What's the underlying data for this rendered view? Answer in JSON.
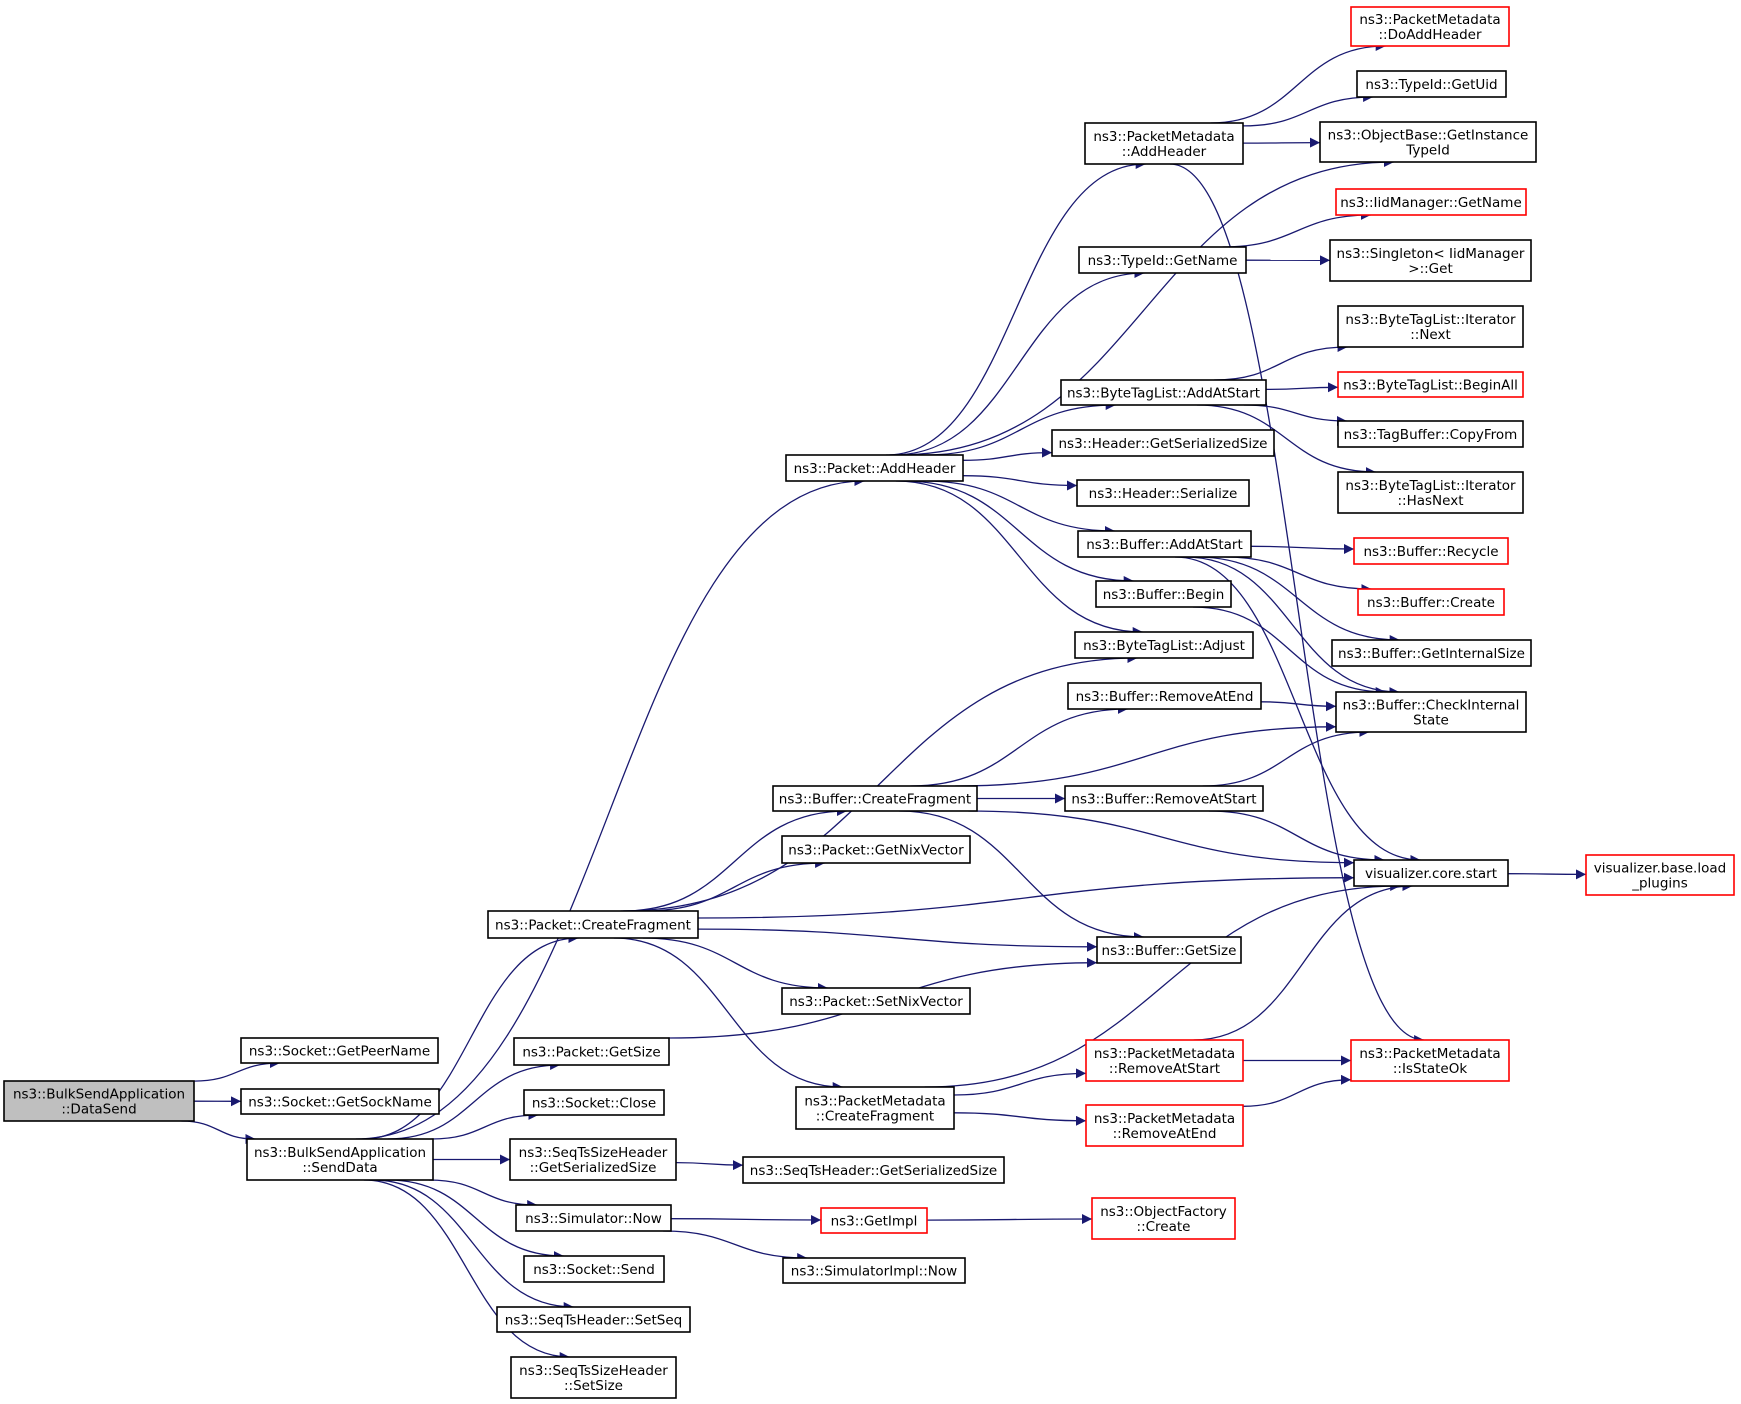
{
  "colors": {
    "edge": "#191970",
    "node_border": "#000000",
    "node_border_external": "#ff0000",
    "root_fill": "#bfbfbf",
    "node_fill": "#ffffff"
  },
  "nodes": [
    {
      "id": "n_datasend",
      "lines": [
        "ns3::BulkSendApplication",
        "::DataSend"
      ],
      "kind": "root"
    },
    {
      "id": "n_getpeername",
      "lines": [
        "ns3::Socket::GetPeerName"
      ],
      "kind": "normal"
    },
    {
      "id": "n_getsockname",
      "lines": [
        "ns3::Socket::GetSockName"
      ],
      "kind": "normal"
    },
    {
      "id": "n_senddata",
      "lines": [
        "ns3::BulkSendApplication",
        "::SendData"
      ],
      "kind": "normal"
    },
    {
      "id": "n_pkt_addheader",
      "lines": [
        "ns3::Packet::AddHeader"
      ],
      "kind": "normal"
    },
    {
      "id": "n_pkt_createfragment",
      "lines": [
        "ns3::Packet::CreateFragment"
      ],
      "kind": "normal"
    },
    {
      "id": "n_pkt_getsize",
      "lines": [
        "ns3::Packet::GetSize"
      ],
      "kind": "normal"
    },
    {
      "id": "n_sock_close",
      "lines": [
        "ns3::Socket::Close"
      ],
      "kind": "normal"
    },
    {
      "id": "n_seqtssize_getser",
      "lines": [
        "ns3::SeqTsSizeHeader",
        "::GetSerializedSize"
      ],
      "kind": "normal"
    },
    {
      "id": "n_sim_now",
      "lines": [
        "ns3::Simulator::Now"
      ],
      "kind": "normal"
    },
    {
      "id": "n_sock_send",
      "lines": [
        "ns3::Socket::Send"
      ],
      "kind": "normal"
    },
    {
      "id": "n_seqts_setseq",
      "lines": [
        "ns3::SeqTsHeader::SetSeq"
      ],
      "kind": "normal"
    },
    {
      "id": "n_seqtssize_setsize",
      "lines": [
        "ns3::SeqTsSizeHeader",
        "::SetSize"
      ],
      "kind": "normal"
    },
    {
      "id": "n_pm_addheader",
      "lines": [
        "ns3::PacketMetadata",
        "::AddHeader"
      ],
      "kind": "normal"
    },
    {
      "id": "n_typeid_getname",
      "lines": [
        "ns3::TypeId::GetName"
      ],
      "kind": "normal"
    },
    {
      "id": "n_btl_addatstart",
      "lines": [
        "ns3::ByteTagList::AddAtStart"
      ],
      "kind": "normal"
    },
    {
      "id": "n_hdr_getser",
      "lines": [
        "ns3::Header::GetSerializedSize"
      ],
      "kind": "normal"
    },
    {
      "id": "n_hdr_serialize",
      "lines": [
        "ns3::Header::Serialize"
      ],
      "kind": "normal"
    },
    {
      "id": "n_buf_addatstart",
      "lines": [
        "ns3::Buffer::AddAtStart"
      ],
      "kind": "normal"
    },
    {
      "id": "n_buf_begin",
      "lines": [
        "ns3::Buffer::Begin"
      ],
      "kind": "normal"
    },
    {
      "id": "n_btl_adjust",
      "lines": [
        "ns3::ByteTagList::Adjust"
      ],
      "kind": "normal"
    },
    {
      "id": "n_buf_removeatend",
      "lines": [
        "ns3::Buffer::RemoveAtEnd"
      ],
      "kind": "normal"
    },
    {
      "id": "n_buf_createfragment",
      "lines": [
        "ns3::Buffer::CreateFragment"
      ],
      "kind": "normal"
    },
    {
      "id": "n_buf_removeatstart",
      "lines": [
        "ns3::Buffer::RemoveAtStart"
      ],
      "kind": "normal"
    },
    {
      "id": "n_pkt_getnixvector",
      "lines": [
        "ns3::Packet::GetNixVector"
      ],
      "kind": "normal"
    },
    {
      "id": "n_buf_getsize",
      "lines": [
        "ns3::Buffer::GetSize"
      ],
      "kind": "normal"
    },
    {
      "id": "n_pkt_setnixvector",
      "lines": [
        "ns3::Packet::SetNixVector"
      ],
      "kind": "normal"
    },
    {
      "id": "n_pm_createfragment",
      "lines": [
        "ns3::PacketMetadata",
        "::CreateFragment"
      ],
      "kind": "normal"
    },
    {
      "id": "n_pm_removeatstart",
      "lines": [
        "ns3::PacketMetadata",
        "::RemoveAtStart"
      ],
      "kind": "external"
    },
    {
      "id": "n_pm_removeatend",
      "lines": [
        "ns3::PacketMetadata",
        "::RemoveAtEnd"
      ],
      "kind": "external"
    },
    {
      "id": "n_seqts_getser",
      "lines": [
        "ns3::SeqTsHeader::GetSerializedSize"
      ],
      "kind": "normal"
    },
    {
      "id": "n_getimpl",
      "lines": [
        "ns3::GetImpl"
      ],
      "kind": "external"
    },
    {
      "id": "n_simimpl_now",
      "lines": [
        "ns3::SimulatorImpl::Now"
      ],
      "kind": "normal"
    },
    {
      "id": "n_objfactory_create",
      "lines": [
        "ns3::ObjectFactory",
        "::Create"
      ],
      "kind": "external"
    },
    {
      "id": "n_pm_doaddheader",
      "lines": [
        "ns3::PacketMetadata",
        "::DoAddHeader"
      ],
      "kind": "external"
    },
    {
      "id": "n_typeid_getuid",
      "lines": [
        "ns3::TypeId::GetUid"
      ],
      "kind": "normal"
    },
    {
      "id": "n_objbase_getinstancetypeid",
      "lines": [
        "ns3::ObjectBase::GetInstance",
        "TypeId"
      ],
      "kind": "normal"
    },
    {
      "id": "n_iidmanager_getname",
      "lines": [
        "ns3::IidManager::GetName"
      ],
      "kind": "external"
    },
    {
      "id": "n_singleton_get",
      "lines": [
        "ns3::Singleton< IidManager",
        " >::Get"
      ],
      "kind": "normal"
    },
    {
      "id": "n_btl_iter_next",
      "lines": [
        "ns3::ByteTagList::Iterator",
        "::Next"
      ],
      "kind": "normal"
    },
    {
      "id": "n_btl_beginall",
      "lines": [
        "ns3::ByteTagList::BeginAll"
      ],
      "kind": "external"
    },
    {
      "id": "n_tagbuffer_copyfrom",
      "lines": [
        "ns3::TagBuffer::CopyFrom"
      ],
      "kind": "normal"
    },
    {
      "id": "n_btl_iter_hasnext",
      "lines": [
        "ns3::ByteTagList::Iterator",
        "::HasNext"
      ],
      "kind": "normal"
    },
    {
      "id": "n_buf_recycle",
      "lines": [
        "ns3::Buffer::Recycle"
      ],
      "kind": "external"
    },
    {
      "id": "n_buf_create",
      "lines": [
        "ns3::Buffer::Create"
      ],
      "kind": "external"
    },
    {
      "id": "n_buf_getinternalsize",
      "lines": [
        "ns3::Buffer::GetInternalSize"
      ],
      "kind": "normal"
    },
    {
      "id": "n_buf_checkinternalstate",
      "lines": [
        "ns3::Buffer::CheckInternal",
        "State"
      ],
      "kind": "normal"
    },
    {
      "id": "n_vis_core_start",
      "lines": [
        "visualizer.core.start"
      ],
      "kind": "normal"
    },
    {
      "id": "n_vis_base_loadplugins",
      "lines": [
        "visualizer.base.load",
        "_plugins"
      ],
      "kind": "external"
    },
    {
      "id": "n_pm_isstateok",
      "lines": [
        "ns3::PacketMetadata",
        "::IsStateOk"
      ],
      "kind": "external"
    }
  ],
  "edges": [
    [
      "n_datasend",
      "n_getpeername"
    ],
    [
      "n_datasend",
      "n_getsockname"
    ],
    [
      "n_datasend",
      "n_senddata"
    ],
    [
      "n_senddata",
      "n_pkt_addheader"
    ],
    [
      "n_senddata",
      "n_pkt_createfragment"
    ],
    [
      "n_senddata",
      "n_pkt_getsize"
    ],
    [
      "n_senddata",
      "n_sock_close"
    ],
    [
      "n_senddata",
      "n_seqtssize_getser"
    ],
    [
      "n_senddata",
      "n_sim_now"
    ],
    [
      "n_senddata",
      "n_sock_send"
    ],
    [
      "n_senddata",
      "n_seqts_setseq"
    ],
    [
      "n_senddata",
      "n_seqtssize_setsize"
    ],
    [
      "n_pkt_addheader",
      "n_pm_addheader"
    ],
    [
      "n_pkt_addheader",
      "n_objbase_getinstancetypeid"
    ],
    [
      "n_pkt_addheader",
      "n_typeid_getname"
    ],
    [
      "n_pkt_addheader",
      "n_btl_addatstart"
    ],
    [
      "n_pkt_addheader",
      "n_hdr_getser"
    ],
    [
      "n_pkt_addheader",
      "n_hdr_serialize"
    ],
    [
      "n_pkt_addheader",
      "n_buf_addatstart"
    ],
    [
      "n_pkt_addheader",
      "n_buf_begin"
    ],
    [
      "n_pkt_addheader",
      "n_btl_adjust"
    ],
    [
      "n_pm_addheader",
      "n_pm_doaddheader"
    ],
    [
      "n_pm_addheader",
      "n_typeid_getuid"
    ],
    [
      "n_pm_addheader",
      "n_objbase_getinstancetypeid"
    ],
    [
      "n_pm_addheader",
      "n_pm_isstateok"
    ],
    [
      "n_typeid_getname",
      "n_iidmanager_getname"
    ],
    [
      "n_typeid_getname",
      "n_singleton_get"
    ],
    [
      "n_btl_addatstart",
      "n_btl_iter_next"
    ],
    [
      "n_btl_addatstart",
      "n_btl_beginall"
    ],
    [
      "n_btl_addatstart",
      "n_tagbuffer_copyfrom"
    ],
    [
      "n_btl_addatstart",
      "n_btl_iter_hasnext"
    ],
    [
      "n_buf_addatstart",
      "n_buf_recycle"
    ],
    [
      "n_buf_addatstart",
      "n_buf_create"
    ],
    [
      "n_buf_addatstart",
      "n_buf_getinternalsize"
    ],
    [
      "n_buf_addatstart",
      "n_buf_checkinternalstate"
    ],
    [
      "n_buf_addatstart",
      "n_vis_core_start"
    ],
    [
      "n_buf_begin",
      "n_buf_checkinternalstate"
    ],
    [
      "n_buf_removeatend",
      "n_buf_checkinternalstate"
    ],
    [
      "n_pkt_createfragment",
      "n_btl_adjust"
    ],
    [
      "n_pkt_createfragment",
      "n_buf_createfragment"
    ],
    [
      "n_pkt_createfragment",
      "n_pkt_getnixvector"
    ],
    [
      "n_pkt_createfragment",
      "n_vis_core_start"
    ],
    [
      "n_pkt_createfragment",
      "n_buf_getsize"
    ],
    [
      "n_pkt_createfragment",
      "n_pkt_setnixvector"
    ],
    [
      "n_pkt_createfragment",
      "n_pm_createfragment"
    ],
    [
      "n_buf_createfragment",
      "n_buf_removeatend"
    ],
    [
      "n_buf_createfragment",
      "n_buf_checkinternalstate"
    ],
    [
      "n_buf_createfragment",
      "n_buf_removeatstart"
    ],
    [
      "n_buf_createfragment",
      "n_vis_core_start"
    ],
    [
      "n_buf_createfragment",
      "n_buf_getsize"
    ],
    [
      "n_buf_removeatstart",
      "n_buf_checkinternalstate"
    ],
    [
      "n_buf_removeatstart",
      "n_vis_core_start"
    ],
    [
      "n_vis_core_start",
      "n_vis_base_loadplugins"
    ],
    [
      "n_pkt_getsize",
      "n_buf_getsize"
    ],
    [
      "n_pm_createfragment",
      "n_vis_core_start"
    ],
    [
      "n_pm_createfragment",
      "n_pm_removeatstart"
    ],
    [
      "n_pm_createfragment",
      "n_pm_removeatend"
    ],
    [
      "n_pm_removeatstart",
      "n_vis_core_start"
    ],
    [
      "n_pm_removeatstart",
      "n_pm_isstateok"
    ],
    [
      "n_pm_removeatend",
      "n_pm_isstateok"
    ],
    [
      "n_seqtssize_getser",
      "n_seqts_getser"
    ],
    [
      "n_sim_now",
      "n_getimpl"
    ],
    [
      "n_sim_now",
      "n_simimpl_now"
    ],
    [
      "n_getimpl",
      "n_objfactory_create"
    ]
  ]
}
